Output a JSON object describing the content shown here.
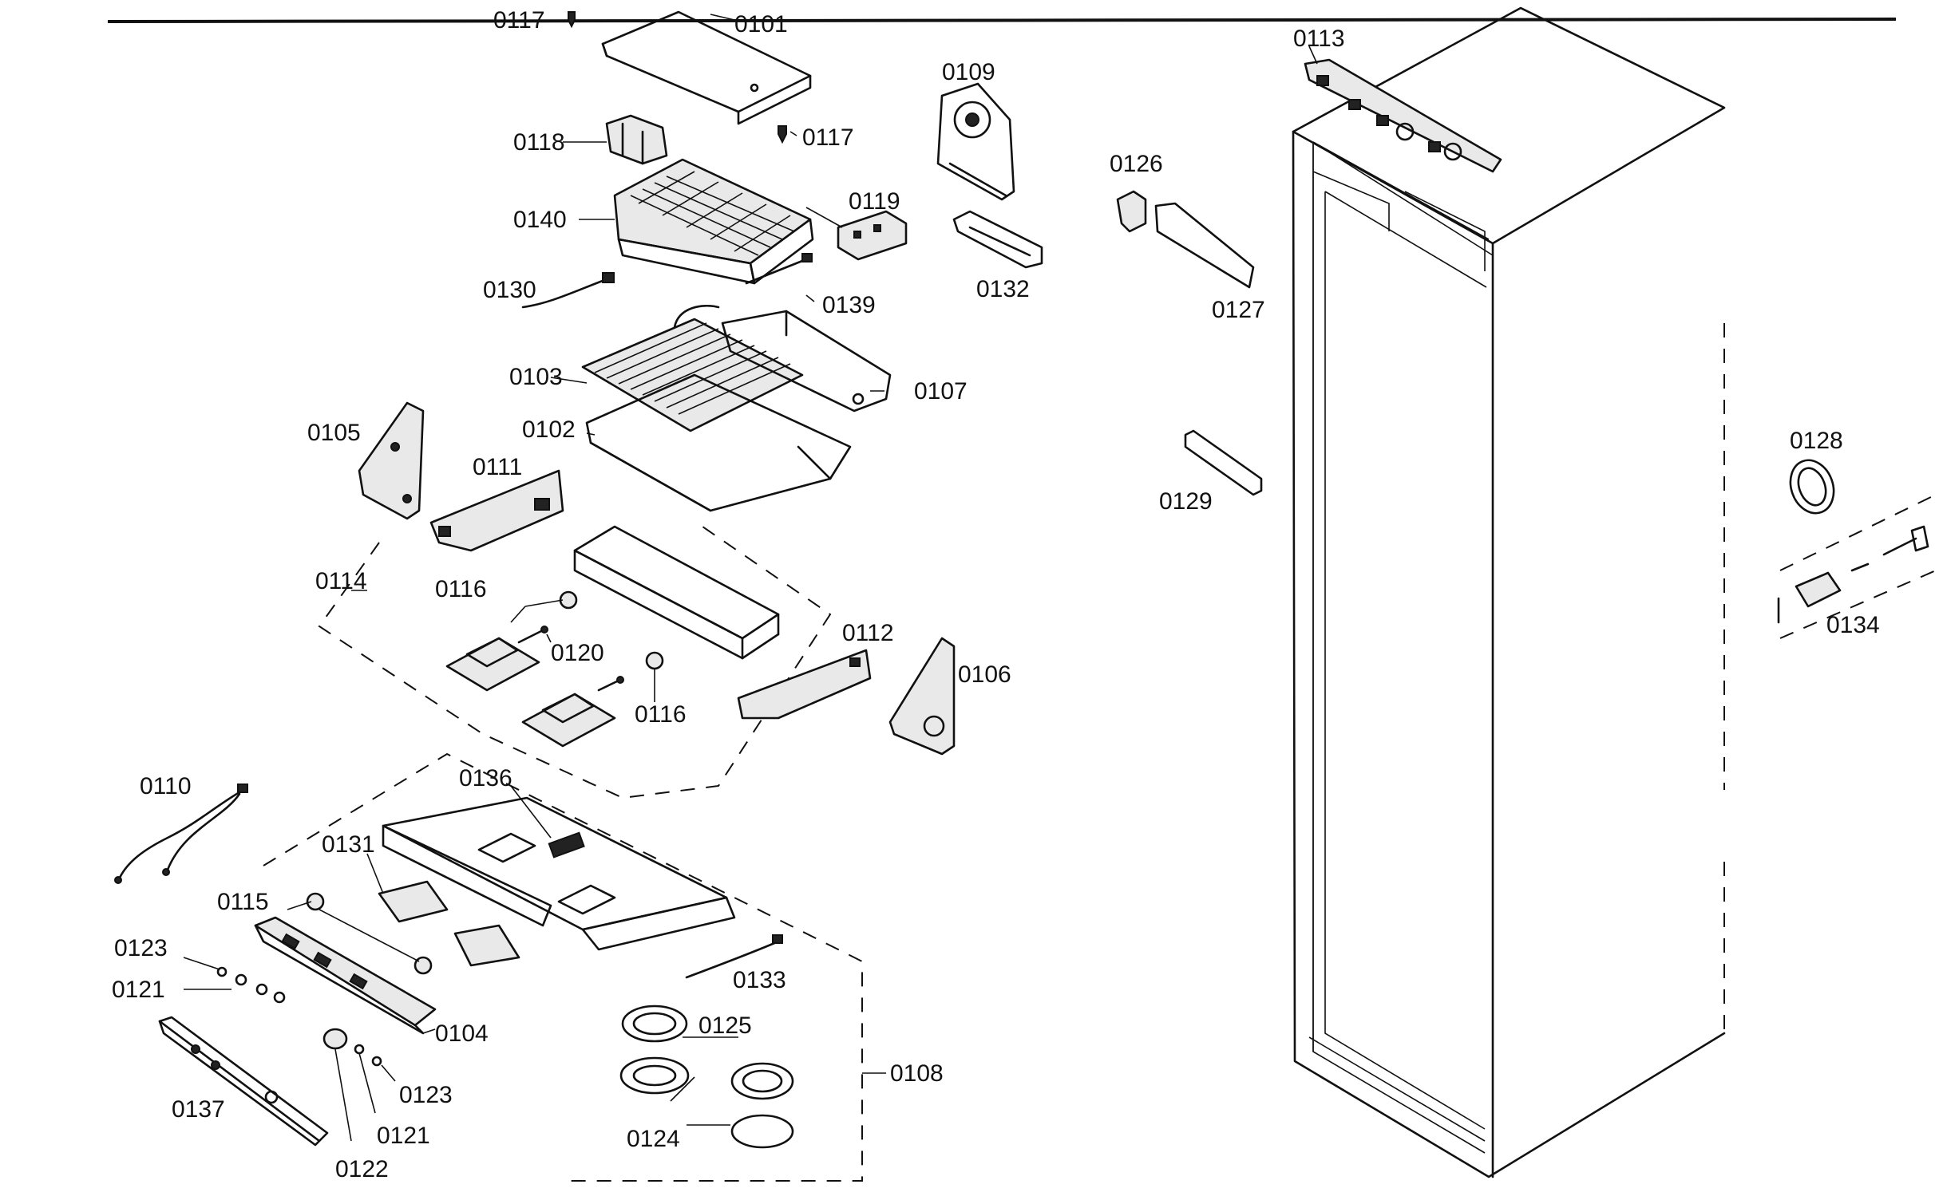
{
  "labels": {
    "l0101": "0101",
    "l0102": "0102",
    "l0103": "0103",
    "l0104": "0104",
    "l0105": "0105",
    "l0106": "0106",
    "l0107": "0107",
    "l0108": "0108",
    "l0109": "0109",
    "l0110": "0110",
    "l0111": "0111",
    "l0112": "0112",
    "l0113": "0113",
    "l0114": "0114",
    "l0115": "0115",
    "l0116a": "0116",
    "l0116b": "0116",
    "l0117a": "0117",
    "l0117b": "0117",
    "l0118": "0118",
    "l0119": "0119",
    "l0120": "0120",
    "l0121a": "0121",
    "l0121b": "0121",
    "l0122": "0122",
    "l0123a": "0123",
    "l0123b": "0123",
    "l0124": "0124",
    "l0125": "0125",
    "l0126": "0126",
    "l0127": "0127",
    "l0128": "0128",
    "l0129": "0129",
    "l0130": "0130",
    "l0131": "0131",
    "l0132": "0132",
    "l0133": "0133",
    "l0134": "0134",
    "l0136": "0136",
    "l0137": "0137",
    "l0139": "0139",
    "l0140": "0140"
  },
  "colors": {
    "ink": "#111111",
    "paper": "#ffffff"
  }
}
